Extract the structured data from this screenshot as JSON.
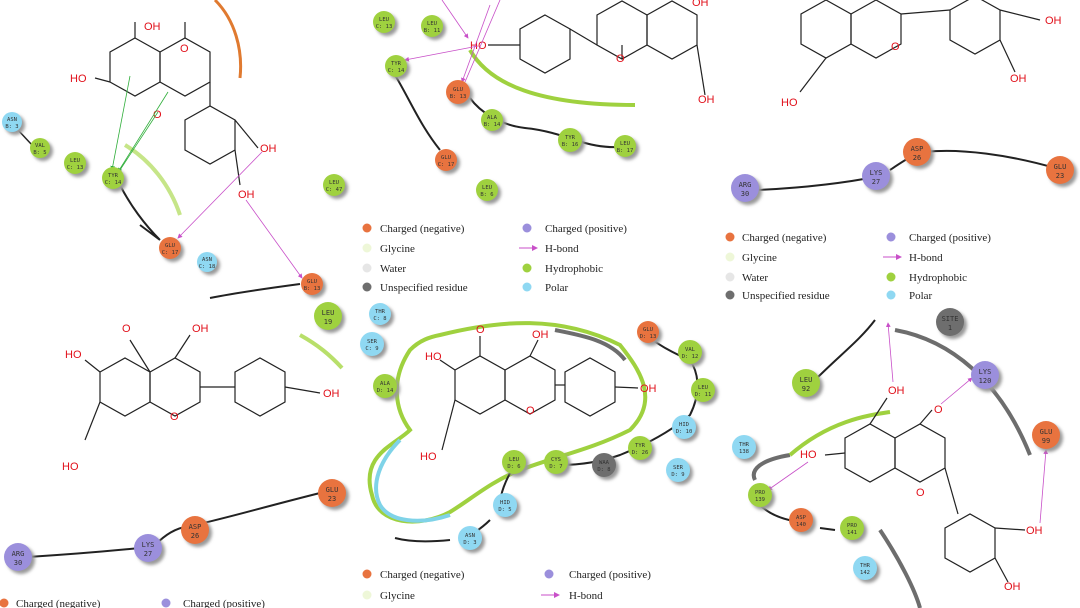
{
  "colors": {
    "charged_negative": "#e8733f",
    "charged_positive": "#9b8fdc",
    "glycine": "#eef7d8",
    "water": "#e6e6e6",
    "unspecified": "#6e6e6e",
    "hydrophobic": "#9fd13f",
    "polar": "#8fd8f2",
    "hbond": "#c84fc8",
    "bond": "#222222",
    "pocket_green": "#9fd13f",
    "pocket_blue": "#7fd3e8",
    "pocket_gray": "#6d6d6d",
    "atom_red": "#e1111b"
  },
  "legend_labels": {
    "charged_negative": "Charged (negative)",
    "charged_positive": "Charged (positive)",
    "glycine": "Glycine",
    "hbond": "H-bond",
    "water": "Water",
    "hydrophobic": "Hydrophobic",
    "unspecified": "Unspecified residue",
    "polar": "Polar"
  },
  "atom_labels": {
    "hydroxyl": "OH",
    "ring_oxygen": "O",
    "hydroxyl_left": "HO"
  },
  "panels": [
    {
      "id": "panel-a",
      "residues": [
        {
          "name": "ASN",
          "sub": "B: 3",
          "type": "polar"
        },
        {
          "name": "VAL",
          "sub": "B: 5",
          "type": "hydrophobic"
        },
        {
          "name": "LEU",
          "sub": "C: 13",
          "type": "hydrophobic"
        },
        {
          "name": "TYR",
          "sub": "C: 14",
          "type": "hydrophobic"
        },
        {
          "name": "GLU",
          "sub": "C: 17",
          "type": "charged_negative"
        },
        {
          "name": "ASN",
          "sub": "C: 18",
          "type": "polar"
        },
        {
          "name": "LEU",
          "sub": "C: 47",
          "type": "hydrophobic"
        },
        {
          "name": "GLU",
          "sub": "B: 13",
          "type": "charged_negative"
        }
      ]
    },
    {
      "id": "panel-b",
      "residues": [
        {
          "name": "LEU",
          "sub": "C: 13",
          "type": "hydrophobic"
        },
        {
          "name": "LEU",
          "sub": "B: 11",
          "type": "hydrophobic"
        },
        {
          "name": "TYR",
          "sub": "C: 14",
          "type": "hydrophobic"
        },
        {
          "name": "GLU",
          "sub": "B: 13",
          "type": "charged_negative"
        },
        {
          "name": "ALA",
          "sub": "B: 14",
          "type": "hydrophobic"
        },
        {
          "name": "TYR",
          "sub": "B: 16",
          "type": "hydrophobic"
        },
        {
          "name": "LEU",
          "sub": "B: 17",
          "type": "hydrophobic"
        },
        {
          "name": "GLU",
          "sub": "C: 17",
          "type": "charged_negative"
        },
        {
          "name": "LEU",
          "sub": "B: 6",
          "type": "hydrophobic"
        }
      ]
    },
    {
      "id": "panel-c",
      "residues": [
        {
          "name": "ARG",
          "sub": "30",
          "type": "charged_positive"
        },
        {
          "name": "LYS",
          "sub": "27",
          "type": "charged_positive"
        },
        {
          "name": "ASP",
          "sub": "26",
          "type": "charged_negative"
        },
        {
          "name": "GLU",
          "sub": "23",
          "type": "charged_negative"
        }
      ]
    },
    {
      "id": "panel-d",
      "residues": [
        {
          "name": "LEU",
          "sub": "19",
          "type": "hydrophobic"
        },
        {
          "name": "ARG",
          "sub": "30",
          "type": "charged_positive"
        },
        {
          "name": "LYS",
          "sub": "27",
          "type": "charged_positive"
        },
        {
          "name": "ASP",
          "sub": "26",
          "type": "charged_negative"
        },
        {
          "name": "GLU",
          "sub": "23",
          "type": "charged_negative"
        }
      ]
    },
    {
      "id": "panel-e",
      "residues": [
        {
          "name": "THR",
          "sub": "C: 8",
          "type": "polar"
        },
        {
          "name": "SER",
          "sub": "C: 9",
          "type": "polar"
        },
        {
          "name": "ALA",
          "sub": "D: 14",
          "type": "hydrophobic"
        },
        {
          "name": "GLU",
          "sub": "D: 13",
          "type": "charged_negative"
        },
        {
          "name": "VAL",
          "sub": "D: 12",
          "type": "hydrophobic"
        },
        {
          "name": "LEU",
          "sub": "D: 11",
          "type": "hydrophobic"
        },
        {
          "name": "HID",
          "sub": "D: 10",
          "type": "polar"
        },
        {
          "name": "TYR",
          "sub": "D: 26",
          "type": "hydrophobic"
        },
        {
          "name": "SER",
          "sub": "D: 9",
          "type": "polar"
        },
        {
          "name": "WAA",
          "sub": "D: 8",
          "type": "unspecified"
        },
        {
          "name": "CYS",
          "sub": "D: 7",
          "type": "hydrophobic"
        },
        {
          "name": "LEU",
          "sub": "D: 6",
          "type": "hydrophobic"
        },
        {
          "name": "HID",
          "sub": "D: 5",
          "type": "polar"
        },
        {
          "name": "ASN",
          "sub": "D: 3",
          "type": "polar"
        }
      ]
    },
    {
      "id": "panel-f",
      "residues": [
        {
          "name": "SITE",
          "sub": "1",
          "type": "unspecified"
        },
        {
          "name": "LYS",
          "sub": "120",
          "type": "charged_positive"
        },
        {
          "name": "LEU",
          "sub": "92",
          "type": "hydrophobic"
        },
        {
          "name": "THR",
          "sub": "138",
          "type": "polar"
        },
        {
          "name": "PRO",
          "sub": "139",
          "type": "hydrophobic"
        },
        {
          "name": "ASP",
          "sub": "140",
          "type": "charged_negative"
        },
        {
          "name": "PRO",
          "sub": "141",
          "type": "hydrophobic"
        },
        {
          "name": "THR",
          "sub": "142",
          "type": "polar"
        },
        {
          "name": "GLU",
          "sub": "99",
          "type": "charged_negative"
        }
      ]
    }
  ]
}
